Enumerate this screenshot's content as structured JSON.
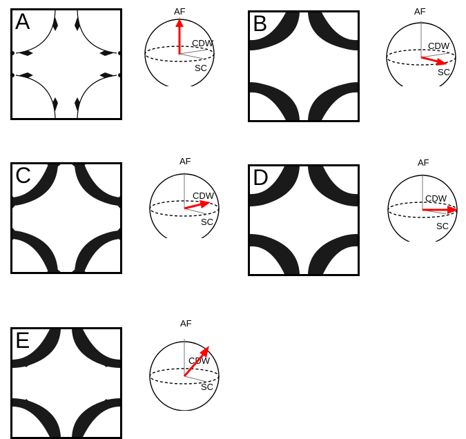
{
  "panels": [
    {
      "id": "A",
      "letter": "A",
      "axis_labels": {
        "af": "AF",
        "cdw": "CDW",
        "sc": "SC"
      },
      "order_vector": "AF"
    },
    {
      "id": "B",
      "letter": "B",
      "axis_labels": {
        "af": "AF",
        "cdw": "CDW",
        "sc": "SC"
      },
      "order_vector": "SC"
    },
    {
      "id": "C",
      "letter": "C",
      "axis_labels": {
        "af": "AF",
        "cdw": "CDW",
        "sc": "SC"
      },
      "order_vector": "CDW"
    },
    {
      "id": "D",
      "letter": "D",
      "axis_labels": {
        "af": "AF",
        "cdw": "CDW",
        "sc": "SC"
      },
      "order_vector": "CDW+SC"
    },
    {
      "id": "E",
      "letter": "E",
      "axis_labels": {
        "af": "AF",
        "cdw": "CDW",
        "sc": "SC"
      },
      "order_vector": "AF+CDW"
    }
  ],
  "colors": {
    "vector": "#ff0000",
    "outline": "#000000",
    "fill": "#1a1a1a",
    "axis": "#777777"
  }
}
